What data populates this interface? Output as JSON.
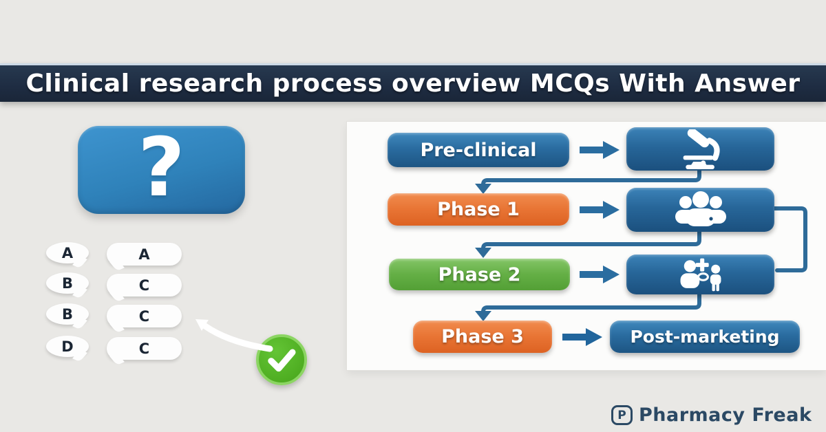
{
  "header": {
    "title": "Clinical research process overview MCQs With Answer"
  },
  "quiz": {
    "question_mark": "?",
    "option_labels": [
      "A",
      "B",
      "B",
      "D"
    ],
    "answer_labels": [
      "A",
      "C",
      "C",
      "C"
    ]
  },
  "flowchart": {
    "stages": [
      {
        "label": "Pre-clinical",
        "color": "#2d6fa3",
        "icon": "microscope-icon"
      },
      {
        "label": "Phase 1",
        "color": "#e8743a",
        "icon": "participants-icon"
      },
      {
        "label": "Phase 2",
        "color": "#5fae43",
        "icon": "patients-medical-icon"
      },
      {
        "label": "Phase 3",
        "color": "#e8743a",
        "icon": "none"
      }
    ],
    "final_label": "Post-marketing"
  },
  "footer": {
    "brand_name": "Pharmacy Freak",
    "logo_letter": "P"
  },
  "colors": {
    "background": "#e9e8e5",
    "title_band": "#1e2c42",
    "panel_bg": "#fcfcfb",
    "blue_box": "#2a6ca0",
    "orange_box": "#e87434",
    "green_box": "#64af45",
    "connector": "#2e6b99",
    "check_green": "#4fae22",
    "question_tile_blue": "#2f82ba"
  }
}
